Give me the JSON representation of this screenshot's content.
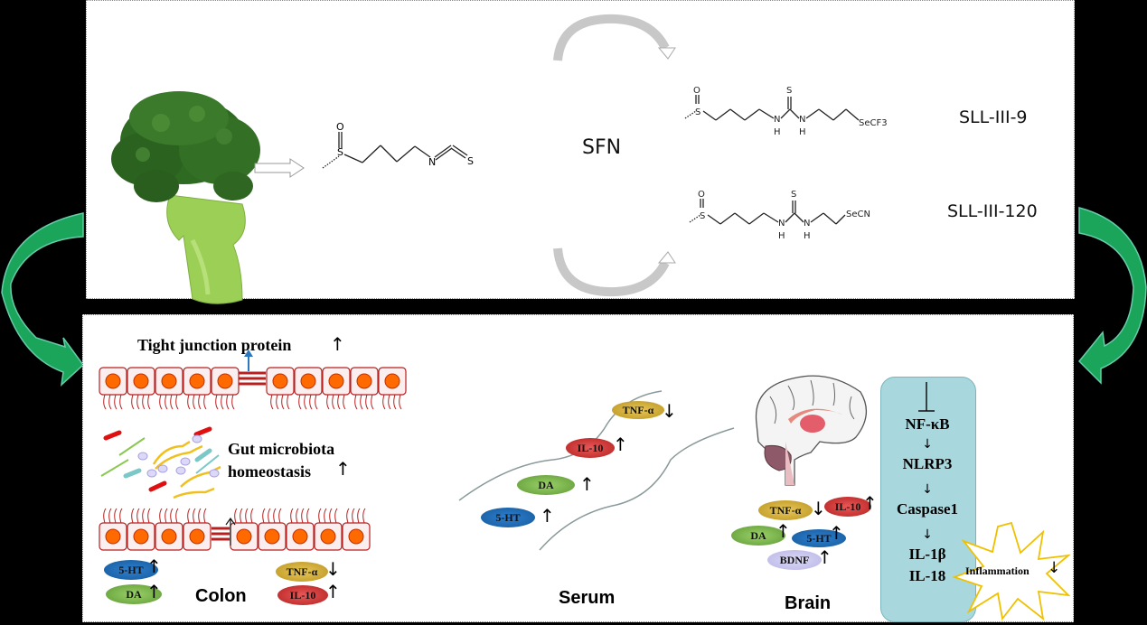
{
  "top": {
    "source_label": "",
    "compound_center": "SFN",
    "derivatives": [
      {
        "name": "SLL-III-9",
        "terminal_group": "SeCF3"
      },
      {
        "name": "SLL-III-120",
        "terminal_group": "SeCN"
      }
    ],
    "atoms": {
      "O": "O",
      "S": "S",
      "N": "N",
      "H": "H"
    }
  },
  "colon": {
    "title": "Colon",
    "tight_junction": "Tight junction protein",
    "tight_junction_arrow": "↑",
    "microbiota_line1": "Gut microbiota",
    "microbiota_line2": "homeostasis",
    "microbiota_arrow": "↑",
    "markers": [
      {
        "label": "5-HT",
        "trend": "↑",
        "color": "#1f6fbf"
      },
      {
        "label": "DA",
        "trend": "↑",
        "color": "#7ab648"
      },
      {
        "label": "TNF-α",
        "trend": "↓",
        "color": "#d9b43a"
      },
      {
        "label": "IL-10",
        "trend": "↑",
        "color": "#d93a3a"
      }
    ]
  },
  "serum": {
    "title": "Serum",
    "markers": [
      {
        "label": "5-HT",
        "trend": "↑",
        "color": "#1f6fbf"
      },
      {
        "label": "DA",
        "trend": "↑",
        "color": "#7ab648"
      },
      {
        "label": "IL-10",
        "trend": "↑",
        "color": "#d93a3a"
      },
      {
        "label": "TNF-α",
        "trend": "↓",
        "color": "#d9b43a"
      }
    ]
  },
  "brain": {
    "title": "Brain",
    "markers": [
      {
        "label": "TNF-α",
        "trend": "↓",
        "color": "#d9b43a"
      },
      {
        "label": "IL-10",
        "trend": "↑",
        "color": "#d93a3a"
      },
      {
        "label": "DA",
        "trend": "↑",
        "color": "#7ab648"
      },
      {
        "label": "5-HT",
        "trend": "↑",
        "color": "#1f6fbf"
      },
      {
        "label": "BDNF",
        "trend": "↑",
        "color": "#c9c6ee"
      }
    ],
    "pathway": [
      "NF-κB",
      "NLRP3",
      "Caspase1",
      "IL-1β",
      "IL-18"
    ],
    "pathway_arrow": "↓",
    "inflammation": "Inflammation",
    "inflammation_arrow": "↓"
  },
  "colors": {
    "panel_bg": "#ffffff",
    "background": "#000000",
    "flow_arrow": "#1aa55a",
    "pathway_box": "#a8d8de",
    "cell_outline": "#b82020",
    "nucleus": "#ff6a00"
  }
}
